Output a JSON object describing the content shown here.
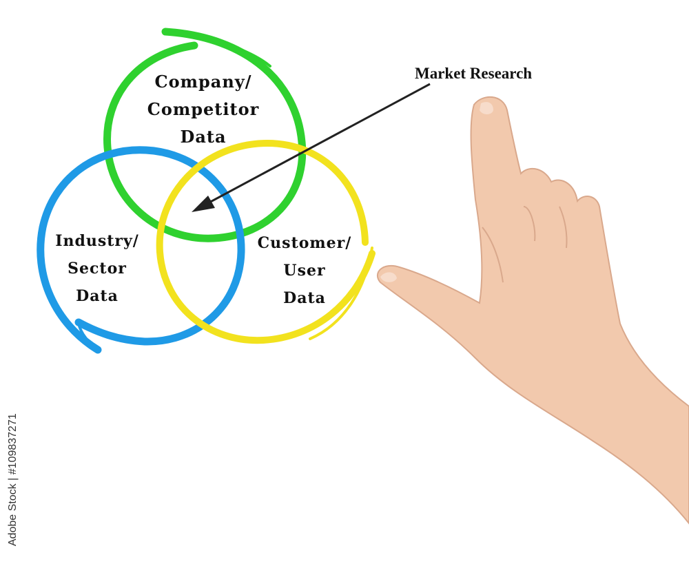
{
  "diagram": {
    "pointer": {
      "label": "Market Research"
    },
    "circles": [
      {
        "id": "company",
        "lines": [
          "Company/",
          "Competitor",
          "Data"
        ],
        "color": "#2fd12f"
      },
      {
        "id": "industry",
        "lines": [
          "Industry/",
          "Sector",
          "Data"
        ],
        "color": "#1f9ae6"
      },
      {
        "id": "customer",
        "lines": [
          "Customer/",
          "User",
          "Data"
        ],
        "color": "#f2e21e"
      }
    ],
    "arrow_color": "#222222"
  },
  "watermark": {
    "stock_id": "Adobe Stock | #109837271"
  },
  "hand": {
    "skin": "#f2c9ad",
    "shade": "#d9a88c"
  }
}
